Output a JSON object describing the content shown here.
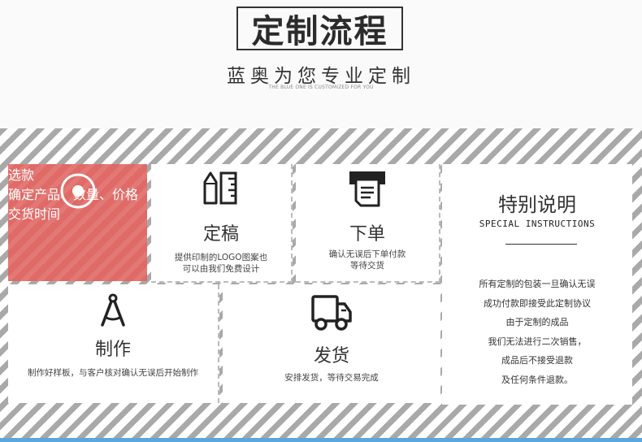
{
  "header": {
    "title": "定制流程",
    "subtitle": "蓝奥为您专业定制",
    "tagline": "THE BLUE ONE IS CUSTOMIZED FOR YOU"
  },
  "steps": {
    "select": {
      "label": "选款",
      "desc_line1": "确定产品、数量、价格",
      "desc_line2": "交货时间",
      "icon": "target-icon"
    },
    "draft": {
      "label": "定稿",
      "desc_line1": "提供印制的LOGO图案也",
      "desc_line2": "可以由我们免费设计",
      "icon": "pencil-ruler-icon"
    },
    "order": {
      "label": "下单",
      "desc_line1": "确认无误后下单付款",
      "desc_line2": "等待交货",
      "icon": "printer-icon"
    },
    "make": {
      "label": "制作",
      "desc": "制作好样板，与客户核对确认无误后开始制作",
      "icon": "compass-icon"
    },
    "ship": {
      "label": "发货",
      "desc": "安排发货，等待交易完成",
      "icon": "truck-icon"
    }
  },
  "special": {
    "title": "特别说明",
    "subtitle": "SPECIAL INSTRUCTIONS",
    "lines": [
      "所有定制的包装一旦确认无误",
      "成功付款即接受此定制协议",
      "由于定制的成品",
      "我们无法进行二次销售，",
      "成品后不接受退款",
      "及任何条件退款。"
    ]
  },
  "colors": {
    "accent": "#e06a66",
    "stripe": "#a9a9a9",
    "bottom_bar": "#5aa7dc"
  }
}
